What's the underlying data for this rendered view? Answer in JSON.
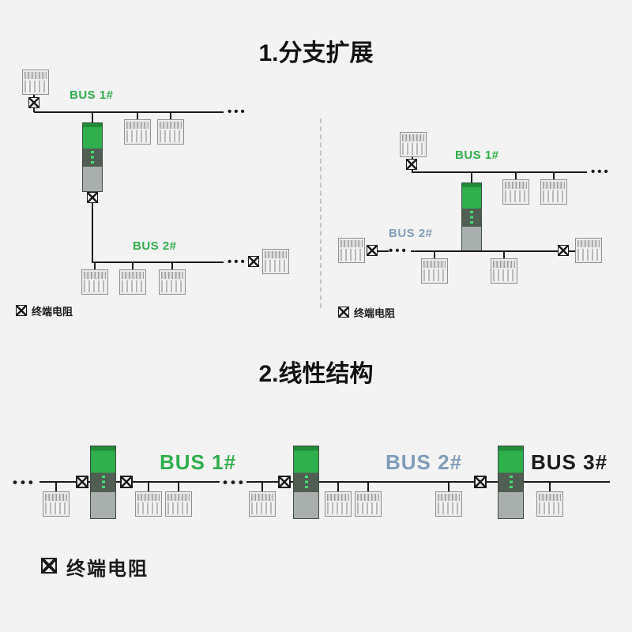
{
  "titles": {
    "branch": "1.分支扩展",
    "linear": "2.线性结构"
  },
  "labels": {
    "bus1": "BUS 1#",
    "bus2": "BUS 2#",
    "bus3": "BUS 3#",
    "dots": "•••",
    "legend": "终端电阻"
  },
  "colors": {
    "green": "#2fae4a",
    "blue": "#7f9cba",
    "dark": "#1a1a1a",
    "background": "#f3f3f3"
  }
}
